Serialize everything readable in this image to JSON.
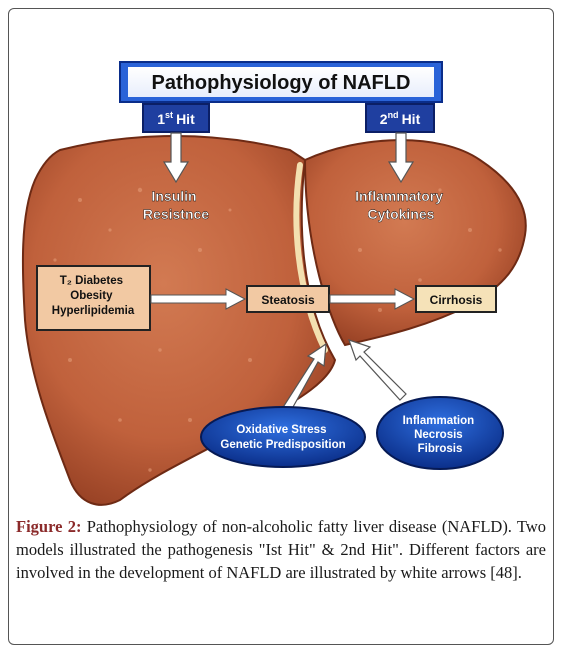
{
  "diagram": {
    "title": "Pathophysiology of NAFLD",
    "hit1": {
      "label": "Hit",
      "sup": "st",
      "num": "1"
    },
    "hit2": {
      "label": "Hit",
      "sup": "nd",
      "num": "2"
    },
    "insulin": {
      "line1": "Insulin",
      "line2": "Resistnce"
    },
    "inflammatory": {
      "line1": "Inflammatory",
      "line2": "Cytokines"
    },
    "risk_factors": {
      "line1": "T₂ Diabetes",
      "line2": "Obesity",
      "line3": "Hyperlipidemia"
    },
    "steatosis": "Steatosis",
    "cirrhosis": "Cirrhosis",
    "oxidative": {
      "line1": "Oxidative Stress",
      "line2": "Genetic Predisposition"
    },
    "inflammation": {
      "line1": "Inflammation",
      "line2": "Necrosis",
      "line3": "Fibrosis"
    }
  },
  "caption": {
    "label": "Figure 2:",
    "text": " Pathophysiology of non-alcoholic fatty liver disease (NAFLD). Two models illustrated the pathogenesis \"Ist Hit\" & 2nd Hit\". Different factors are involved in the development of NAFLD are illustrated by white arrows [48]."
  }
}
